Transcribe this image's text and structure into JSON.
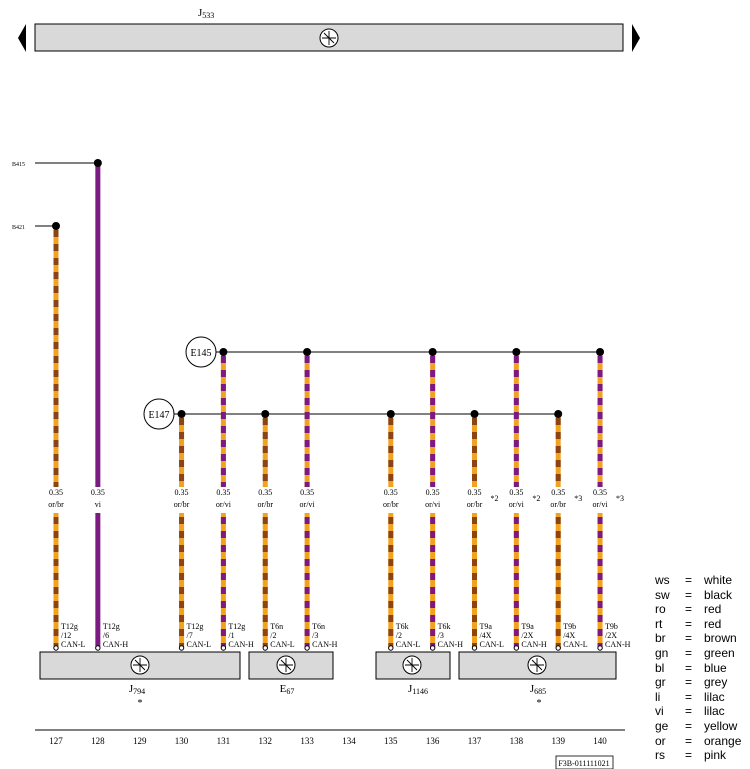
{
  "top_unit": {
    "label": "J",
    "sub": "533"
  },
  "branches": {
    "b415": "B415",
    "b421": "B421"
  },
  "connection_points": [
    "E145",
    "E147"
  ],
  "wires": [
    {
      "grid": 127,
      "size": "0.35",
      "color": "or/br",
      "colors": [
        "#F2A21E",
        "#8B4513"
      ],
      "pin": "T12g",
      "pin_no": "/12",
      "signal": "CAN-L",
      "note": ""
    },
    {
      "grid": 128,
      "size": "0.35",
      "color": "vi",
      "colors": [
        "#7B1A80"
      ],
      "pin": "T12g",
      "pin_no": "/6",
      "signal": "CAN-H",
      "note": ""
    },
    {
      "grid": 130,
      "size": "0.35",
      "color": "or/br",
      "colors": [
        "#F2A21E",
        "#8B4513"
      ],
      "pin": "T12g",
      "pin_no": "/7",
      "signal": "CAN-L",
      "note": ""
    },
    {
      "grid": 131,
      "size": "0.35",
      "color": "or/vi",
      "colors": [
        "#F2A21E",
        "#7B1A80"
      ],
      "pin": "T12g",
      "pin_no": "/1",
      "signal": "CAN-H",
      "note": ""
    },
    {
      "grid": 132,
      "size": "0.35",
      "color": "or/br",
      "colors": [
        "#F2A21E",
        "#8B4513"
      ],
      "pin": "T6n",
      "pin_no": "/2",
      "signal": "CAN-L",
      "note": ""
    },
    {
      "grid": 133,
      "size": "0.35",
      "color": "or/vi",
      "colors": [
        "#F2A21E",
        "#7B1A80"
      ],
      "pin": "T6n",
      "pin_no": "/3",
      "signal": "CAN-H",
      "note": ""
    },
    {
      "grid": 135,
      "size": "0.35",
      "color": "or/br",
      "colors": [
        "#F2A21E",
        "#8B4513"
      ],
      "pin": "T6k",
      "pin_no": "/2",
      "signal": "CAN-L",
      "note": ""
    },
    {
      "grid": 136,
      "size": "0.35",
      "color": "or/vi",
      "colors": [
        "#F2A21E",
        "#7B1A80"
      ],
      "pin": "T6k",
      "pin_no": "/3",
      "signal": "CAN-H",
      "note": ""
    },
    {
      "grid": 137,
      "size": "0.35",
      "color": "or/br",
      "colors": [
        "#F2A21E",
        "#8B4513"
      ],
      "pin": "T9a",
      "pin_no": "/4X",
      "signal": "CAN-L",
      "note": "*2"
    },
    {
      "grid": 138,
      "size": "0.35",
      "color": "or/vi",
      "colors": [
        "#F2A21E",
        "#7B1A80"
      ],
      "pin": "T9a",
      "pin_no": "/2X",
      "signal": "CAN-H",
      "note": "*2"
    },
    {
      "grid": 139,
      "size": "0.35",
      "color": "or/br",
      "colors": [
        "#F2A21E",
        "#8B4513"
      ],
      "pin": "T9b",
      "pin_no": "/4X",
      "signal": "CAN-L",
      "note": "*3"
    },
    {
      "grid": 140,
      "size": "0.35",
      "color": "or/vi",
      "colors": [
        "#F2A21E",
        "#7B1A80"
      ],
      "pin": "T9b",
      "pin_no": "/2X",
      "signal": "CAN-H",
      "note": "*3"
    }
  ],
  "units": [
    {
      "label": "J",
      "sub": "794",
      "note": "*"
    },
    {
      "label": "E",
      "sub": "67",
      "note": ""
    },
    {
      "label": "J",
      "sub": "1146",
      "note": ""
    },
    {
      "label": "J",
      "sub": "685",
      "note": "*"
    }
  ],
  "grid_numbers": [
    "127",
    "128",
    "129",
    "130",
    "131",
    "132",
    "133",
    "134",
    "135",
    "136",
    "137",
    "138",
    "139",
    "140"
  ],
  "footer_code": "F3B-011111021",
  "legend": [
    {
      "code": "ws",
      "eq": "=",
      "name": "white"
    },
    {
      "code": "sw",
      "eq": "=",
      "name": "black"
    },
    {
      "code": "ro",
      "eq": "=",
      "name": "red"
    },
    {
      "code": "rt",
      "eq": "=",
      "name": "red"
    },
    {
      "code": "br",
      "eq": "=",
      "name": "brown"
    },
    {
      "code": "gn",
      "eq": "=",
      "name": "green"
    },
    {
      "code": "bl",
      "eq": "=",
      "name": "blue"
    },
    {
      "code": "gr",
      "eq": "=",
      "name": "grey"
    },
    {
      "code": "li",
      "eq": "=",
      "name": "lilac"
    },
    {
      "code": "vi",
      "eq": "=",
      "name": "lilac"
    },
    {
      "code": "ge",
      "eq": "=",
      "name": "yellow"
    },
    {
      "code": "or",
      "eq": "=",
      "name": "orange"
    },
    {
      "code": "rs",
      "eq": "=",
      "name": "pink"
    }
  ]
}
